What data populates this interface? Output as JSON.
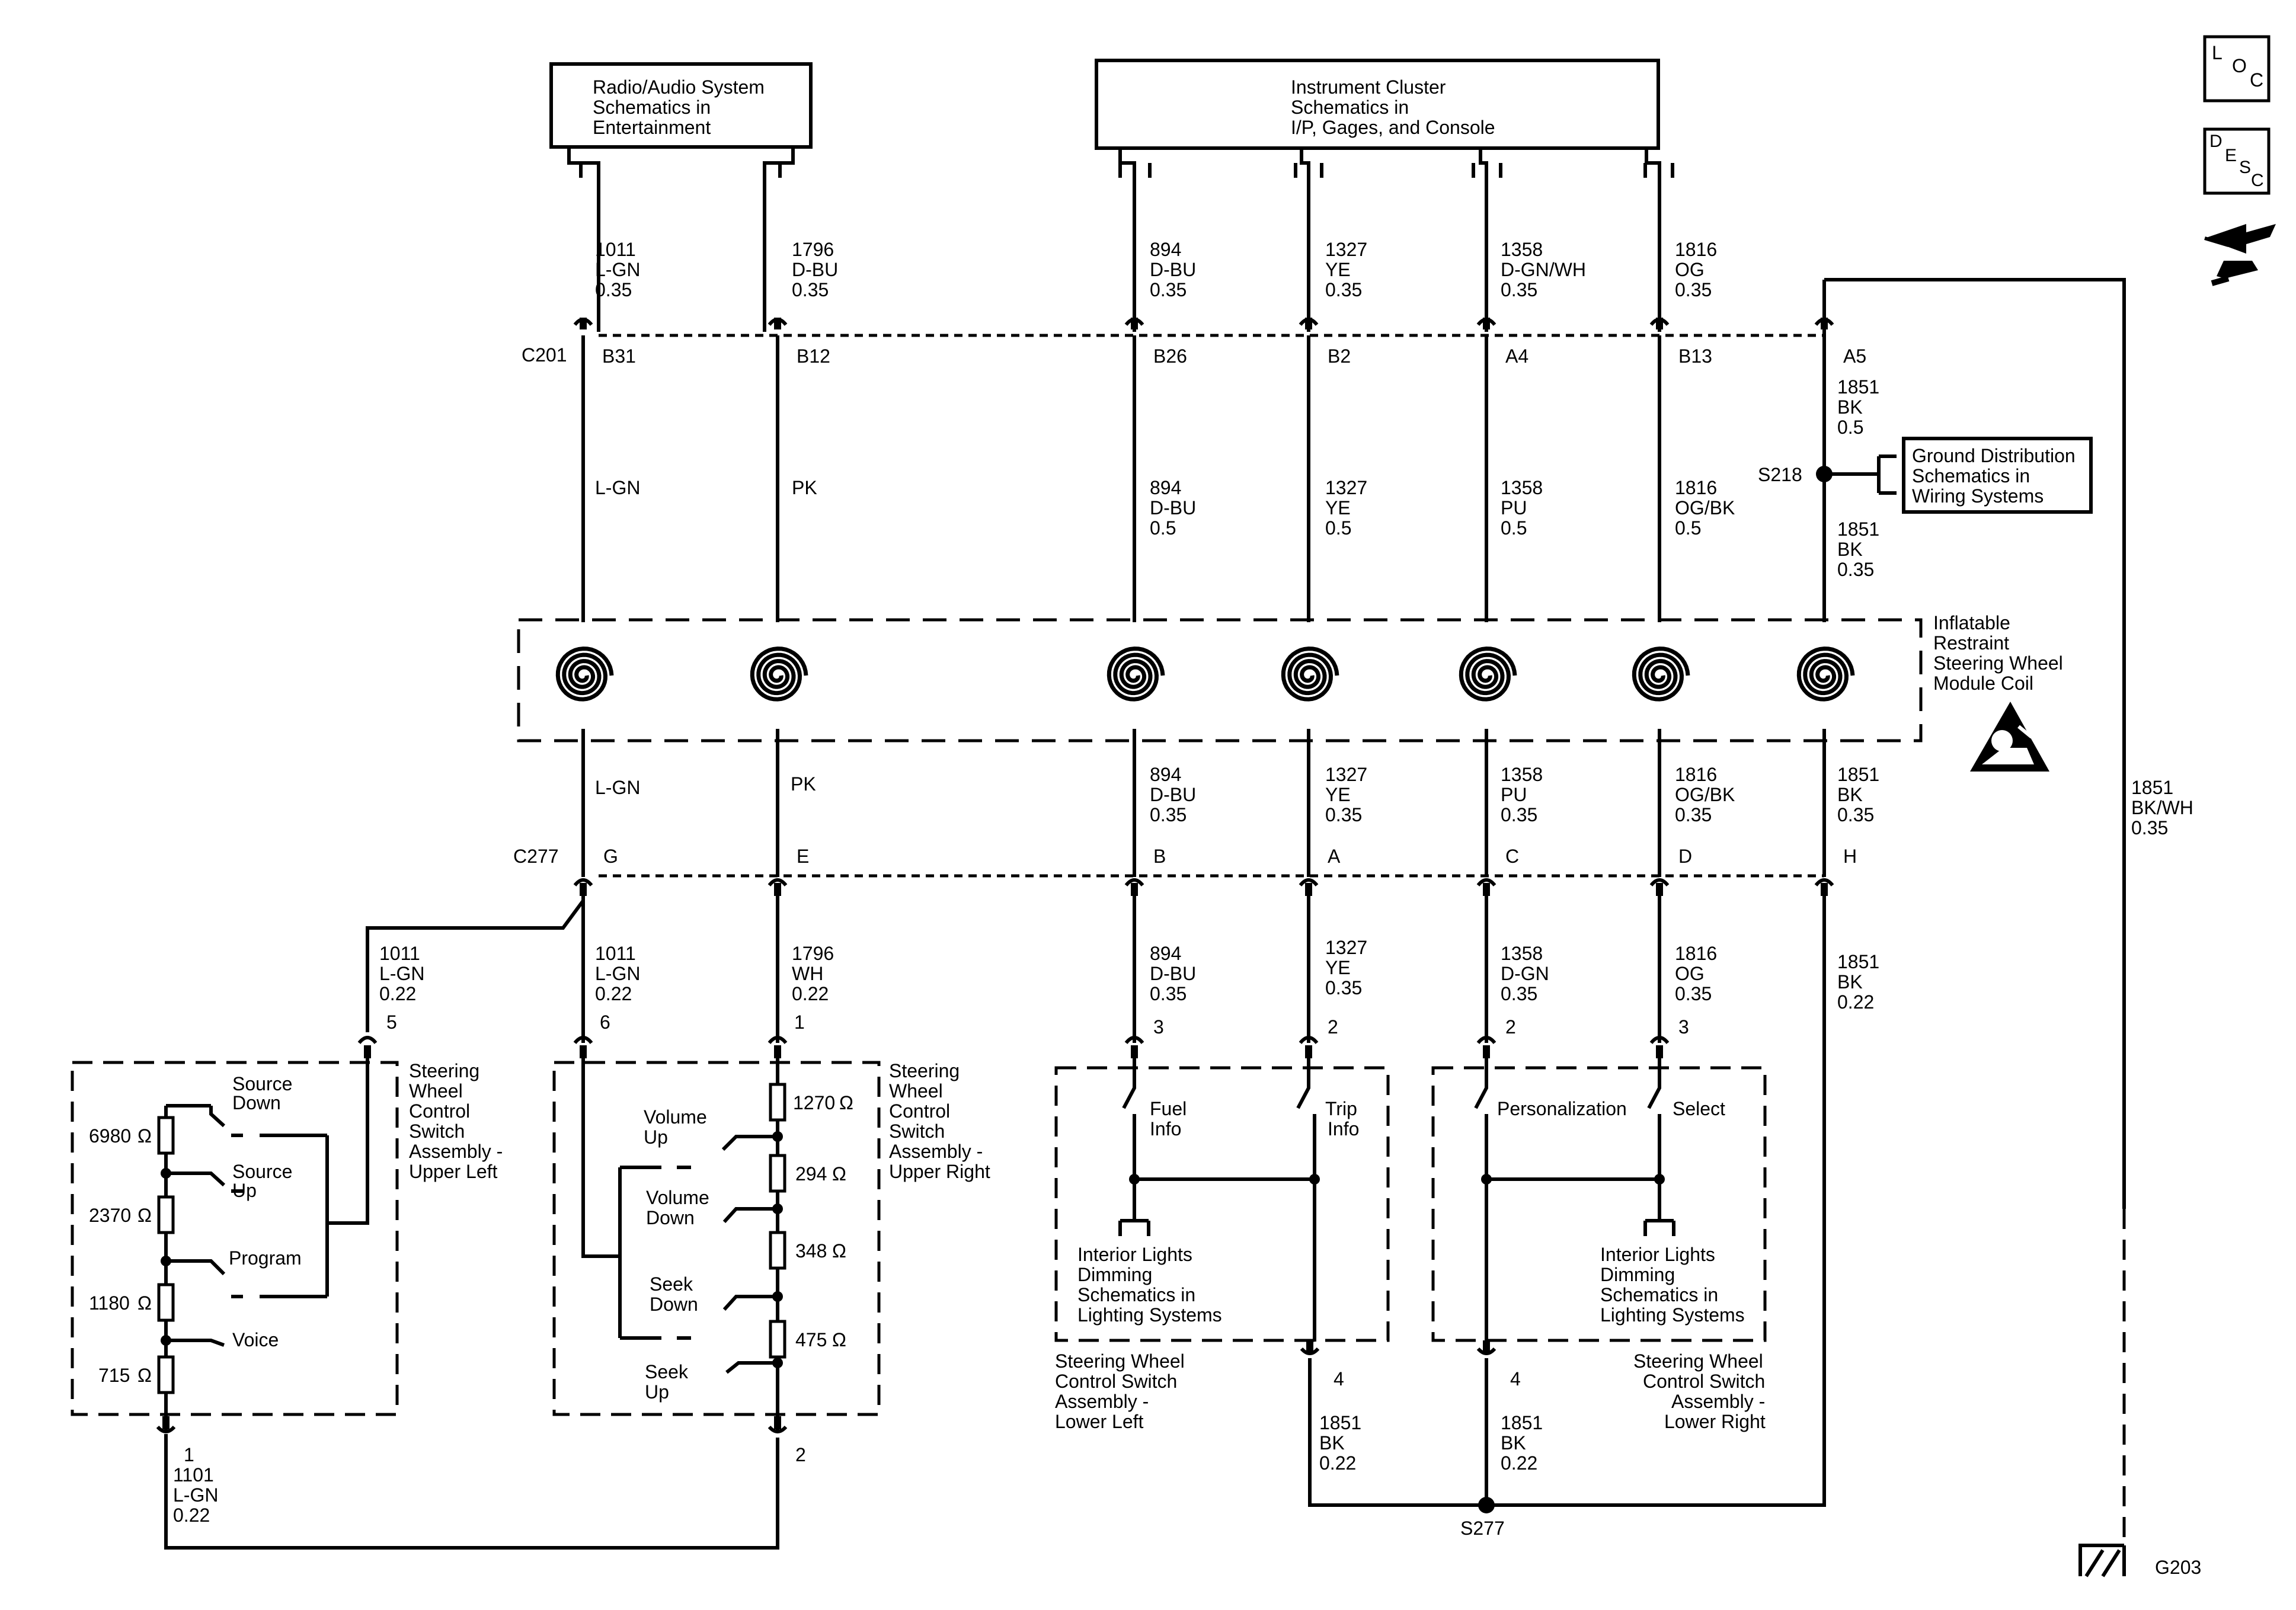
{
  "reference_boxes": {
    "radio": [
      "Radio/Audio System",
      "Schematics in",
      "Entertainment"
    ],
    "cluster": [
      "Instrument Cluster",
      "Schematics in",
      "I/P, Gages, and Console"
    ],
    "ground_dist": [
      "Ground Distribution",
      "Schematics in",
      "Wiring Systems"
    ]
  },
  "icons": {
    "loc": [
      "L",
      "O",
      "C"
    ],
    "desc": [
      "D",
      "E",
      "S",
      "C"
    ],
    "connector_icon": "connector-end-view-icon",
    "airbag_icon": "airbag-warning-icon"
  },
  "connectors": {
    "c201": "C201",
    "c277": "C277",
    "s218": "S218",
    "s277": "S277",
    "g203": "G203"
  },
  "upper_wires": [
    [
      "1011",
      "L-GN",
      "0.35"
    ],
    [
      "1796",
      "D-BU",
      "0.35"
    ],
    [
      "894",
      "D-BU",
      "0.35"
    ],
    [
      "1327",
      "YE",
      "0.35"
    ],
    [
      "1358",
      "D-GN/WH",
      "0.35"
    ],
    [
      "1816",
      "OG",
      "0.35"
    ]
  ],
  "c201_pins": [
    "B31",
    "B12",
    "B26",
    "B2",
    "A4",
    "B13",
    "A5"
  ],
  "mid_upper_wires": [
    [
      "L-GN"
    ],
    [
      "PK"
    ],
    [
      "894",
      "D-BU",
      "0.5"
    ],
    [
      "1327",
      "YE",
      "0.5"
    ],
    [
      "1358",
      "PU",
      "0.5"
    ],
    [
      "1816",
      "OG/BK",
      "0.5"
    ]
  ],
  "a5_wire_top": [
    "1851",
    "BK",
    "0.5"
  ],
  "a5_wire_bottom": [
    "1851",
    "BK",
    "0.35"
  ],
  "coil_label": [
    "Inflatable",
    "Restraint",
    "Steering Wheel",
    "Module Coil"
  ],
  "mid_lower_wires": [
    [
      "L-GN"
    ],
    [
      "PK"
    ],
    [
      "894",
      "D-BU",
      "0.35"
    ],
    [
      "1327",
      "YE",
      "0.35"
    ],
    [
      "1358",
      "PU",
      "0.35"
    ],
    [
      "1816",
      "OG/BK",
      "0.35"
    ],
    [
      "1851",
      "BK",
      "0.35"
    ]
  ],
  "c277_pins": [
    "G",
    "E",
    "B",
    "A",
    "C",
    "D",
    "H"
  ],
  "lower_wires": [
    [
      "1011",
      "L-GN",
      "0.22"
    ],
    [
      "1011",
      "L-GN",
      "0.22"
    ],
    [
      "1796",
      "WH",
      "0.22"
    ],
    [
      "894",
      "D-BU",
      "0.35"
    ],
    [
      "1327",
      "YE",
      "0.35"
    ],
    [
      "1358",
      "D-GN",
      "0.35"
    ],
    [
      "1816",
      "OG",
      "0.35"
    ],
    [
      "1851",
      "BK",
      "0.22"
    ]
  ],
  "ground_wire": [
    "1851",
    "BK/WH",
    "0.35"
  ],
  "upper_left_switch": {
    "title": [
      "Steering",
      "Wheel",
      "Control",
      "Switch",
      "Assembly -",
      "Upper Left"
    ],
    "pin_top": "5",
    "pin_bottom": "1",
    "resistors": [
      "6980",
      "2370",
      "1180",
      "715"
    ],
    "ohm": "Ω",
    "switches": [
      [
        "Source",
        "Down"
      ],
      [
        "Source",
        "Up"
      ],
      [
        "Program"
      ],
      [
        "Voice"
      ]
    ]
  },
  "upper_right_switch": {
    "title": [
      "Steering",
      "Wheel",
      "Control",
      "Switch",
      "Assembly -",
      "Upper Right"
    ],
    "pin_left": "6",
    "pin_right": "1",
    "pin_bottom": "2",
    "resistors": [
      "1270",
      "294",
      "348",
      "475"
    ],
    "switches": [
      [
        "Volume",
        "Up"
      ],
      [
        "Volume",
        "Down"
      ],
      [
        "Seek",
        "Down"
      ],
      [
        "Seek",
        "Up"
      ]
    ]
  },
  "bottom_left_wire": [
    "1101",
    "L-GN",
    "0.22"
  ],
  "lower_left_switch": {
    "pins": [
      "3",
      "2"
    ],
    "switches": [
      [
        "Fuel",
        "Info"
      ],
      [
        "Trip",
        "Info"
      ]
    ],
    "dimming": [
      "Interior Lights",
      "Dimming",
      "Schematics in",
      "Lighting Systems"
    ],
    "title": [
      "Steering Wheel",
      "Control Switch",
      "Assembly -",
      "Lower Left"
    ],
    "ground_pin": "4",
    "ground_wire": [
      "1851",
      "BK",
      "0.22"
    ]
  },
  "lower_right_switch": {
    "pins": [
      "2",
      "3"
    ],
    "switches": [
      [
        "Personalization"
      ],
      [
        "Select"
      ]
    ],
    "dimming": [
      "Interior Lights",
      "Dimming",
      "Schematics in",
      "Lighting Systems"
    ],
    "title": [
      "Steering Wheel",
      "Control Switch",
      "Assembly -",
      "Lower Right"
    ],
    "ground_pin": "4",
    "ground_wire": [
      "1851",
      "BK",
      "0.22"
    ]
  }
}
